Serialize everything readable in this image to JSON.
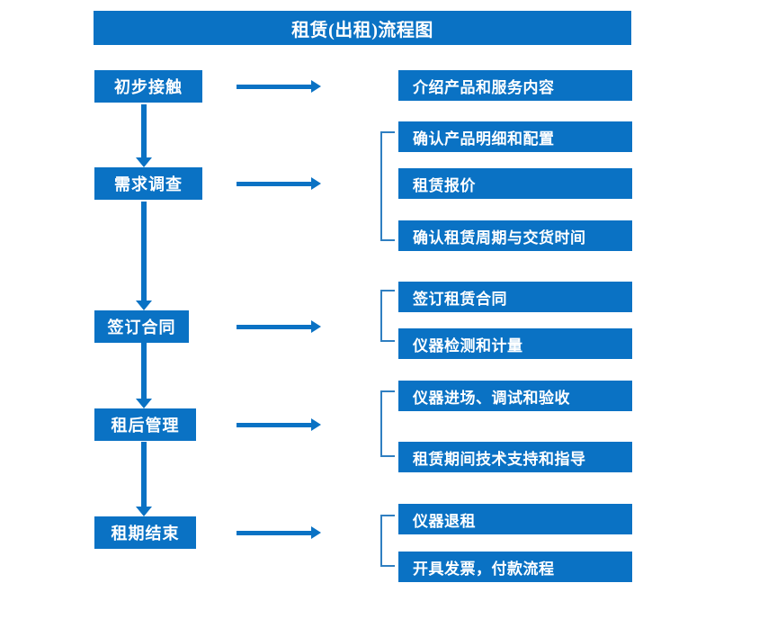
{
  "chart_data": {
    "type": "diagram",
    "title": "租赁(出租)流程图",
    "diagram_kind": "flowchart",
    "orientation": "vertical-with-side-details"
  },
  "header": {
    "title": "租赁(出租)流程图"
  },
  "colors": {
    "primary_blue": "#0a72c4",
    "bracket_blue": "#2f7fc1",
    "box_text": "#ffffff",
    "background": "#ffffff"
  },
  "flow": {
    "stages": [
      {
        "label": "初步接触"
      },
      {
        "label": "需求调查"
      },
      {
        "label": "签订合同"
      },
      {
        "label": "租后管理"
      },
      {
        "label": "租期结束"
      }
    ],
    "connectors": {
      "horizontal_arrow_name": "right-arrow",
      "vertical_arrow_name": "down-arrow"
    },
    "detail_groups": [
      {
        "stage": "初步接触",
        "bracketed": false,
        "items": [
          {
            "label": "介绍产品和服务内容"
          }
        ]
      },
      {
        "stage": "需求调查",
        "bracketed": true,
        "items": [
          {
            "label": "确认产品明细和配置"
          },
          {
            "label": "租赁报价"
          },
          {
            "label": "确认租赁周期与交货时间"
          }
        ]
      },
      {
        "stage": "签订合同",
        "bracketed": true,
        "items": [
          {
            "label": "签订租赁合同"
          },
          {
            "label": "仪器检测和计量"
          }
        ]
      },
      {
        "stage": "租后管理",
        "bracketed": true,
        "items": [
          {
            "label": "仪器进场、调试和验收"
          },
          {
            "label": "租赁期间技术支持和指导"
          }
        ]
      },
      {
        "stage": "租期结束",
        "bracketed": true,
        "items": [
          {
            "label": "仪器退租"
          },
          {
            "label": "开具发票，付款流程"
          }
        ]
      }
    ]
  }
}
